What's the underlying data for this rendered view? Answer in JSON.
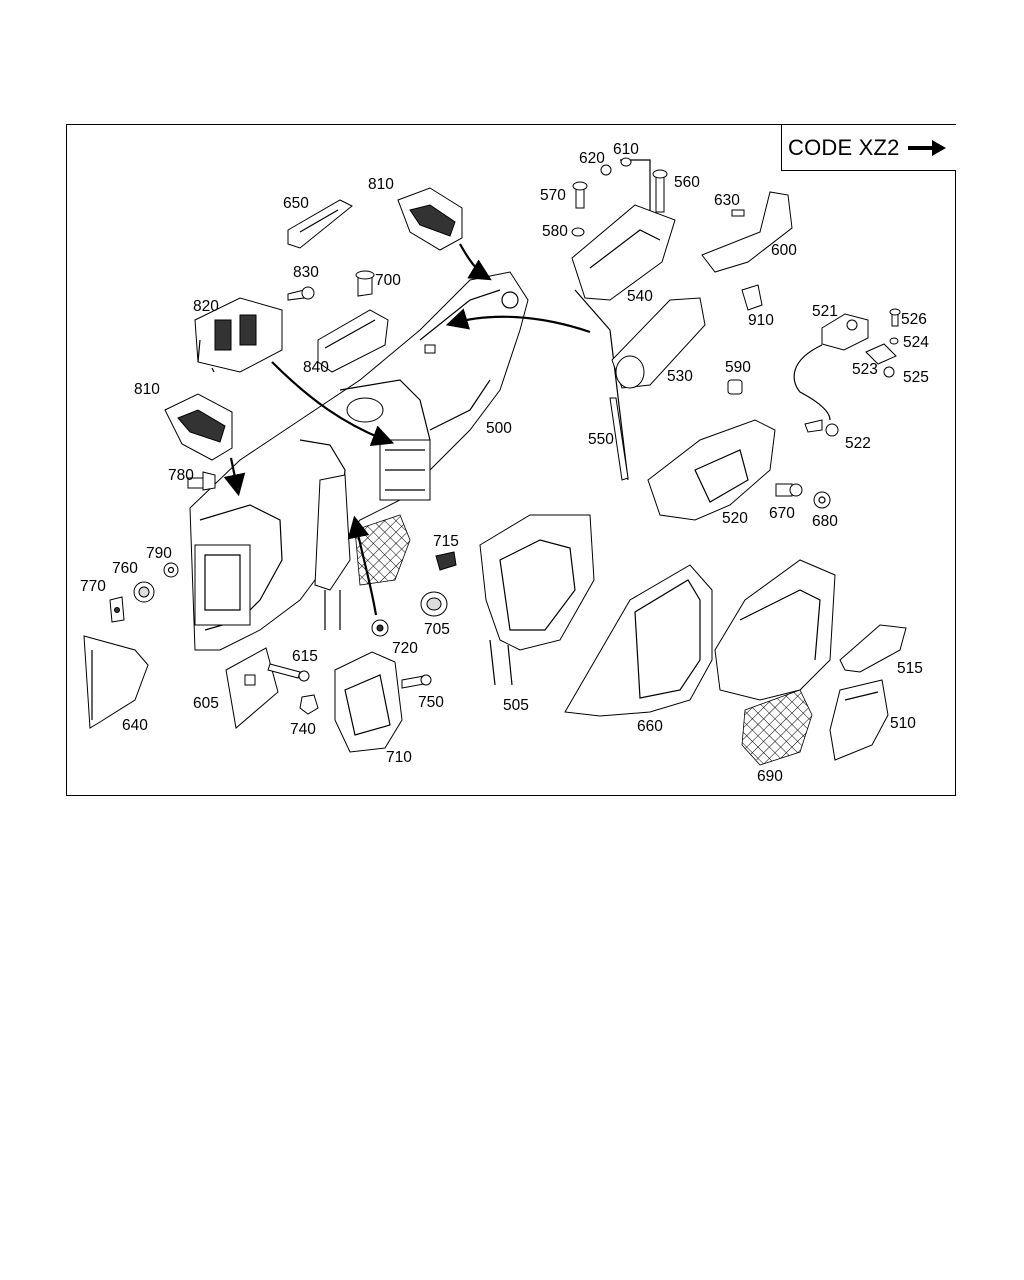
{
  "code_box": {
    "text": "CODE XZ2"
  },
  "labels": [
    {
      "id": "500",
      "text": "500"
    },
    {
      "id": "505",
      "text": "505"
    },
    {
      "id": "510",
      "text": "510"
    },
    {
      "id": "515",
      "text": "515"
    },
    {
      "id": "520",
      "text": "520"
    },
    {
      "id": "521",
      "text": "521"
    },
    {
      "id": "522",
      "text": "522"
    },
    {
      "id": "523",
      "text": "523"
    },
    {
      "id": "524",
      "text": "524"
    },
    {
      "id": "525",
      "text": "525"
    },
    {
      "id": "526",
      "text": "526"
    },
    {
      "id": "530",
      "text": "530"
    },
    {
      "id": "540",
      "text": "540"
    },
    {
      "id": "550",
      "text": "550"
    },
    {
      "id": "560",
      "text": "560"
    },
    {
      "id": "570",
      "text": "570"
    },
    {
      "id": "580",
      "text": "580"
    },
    {
      "id": "590",
      "text": "590"
    },
    {
      "id": "600",
      "text": "600"
    },
    {
      "id": "605",
      "text": "605"
    },
    {
      "id": "610",
      "text": "610"
    },
    {
      "id": "615",
      "text": "615"
    },
    {
      "id": "620",
      "text": "620"
    },
    {
      "id": "630",
      "text": "630"
    },
    {
      "id": "640",
      "text": "640"
    },
    {
      "id": "650",
      "text": "650"
    },
    {
      "id": "660",
      "text": "660"
    },
    {
      "id": "670",
      "text": "670"
    },
    {
      "id": "680",
      "text": "680"
    },
    {
      "id": "690",
      "text": "690"
    },
    {
      "id": "700",
      "text": "700"
    },
    {
      "id": "705",
      "text": "705"
    },
    {
      "id": "710",
      "text": "710"
    },
    {
      "id": "715",
      "text": "715"
    },
    {
      "id": "720",
      "text": "720"
    },
    {
      "id": "740",
      "text": "740"
    },
    {
      "id": "750",
      "text": "750"
    },
    {
      "id": "760",
      "text": "760"
    },
    {
      "id": "770",
      "text": "770"
    },
    {
      "id": "780",
      "text": "780"
    },
    {
      "id": "790",
      "text": "790"
    },
    {
      "id": "810a",
      "text": "810"
    },
    {
      "id": "810b",
      "text": "810"
    },
    {
      "id": "820",
      "text": "820"
    },
    {
      "id": "830",
      "text": "830"
    },
    {
      "id": "840",
      "text": "840"
    },
    {
      "id": "910",
      "text": "910"
    }
  ]
}
